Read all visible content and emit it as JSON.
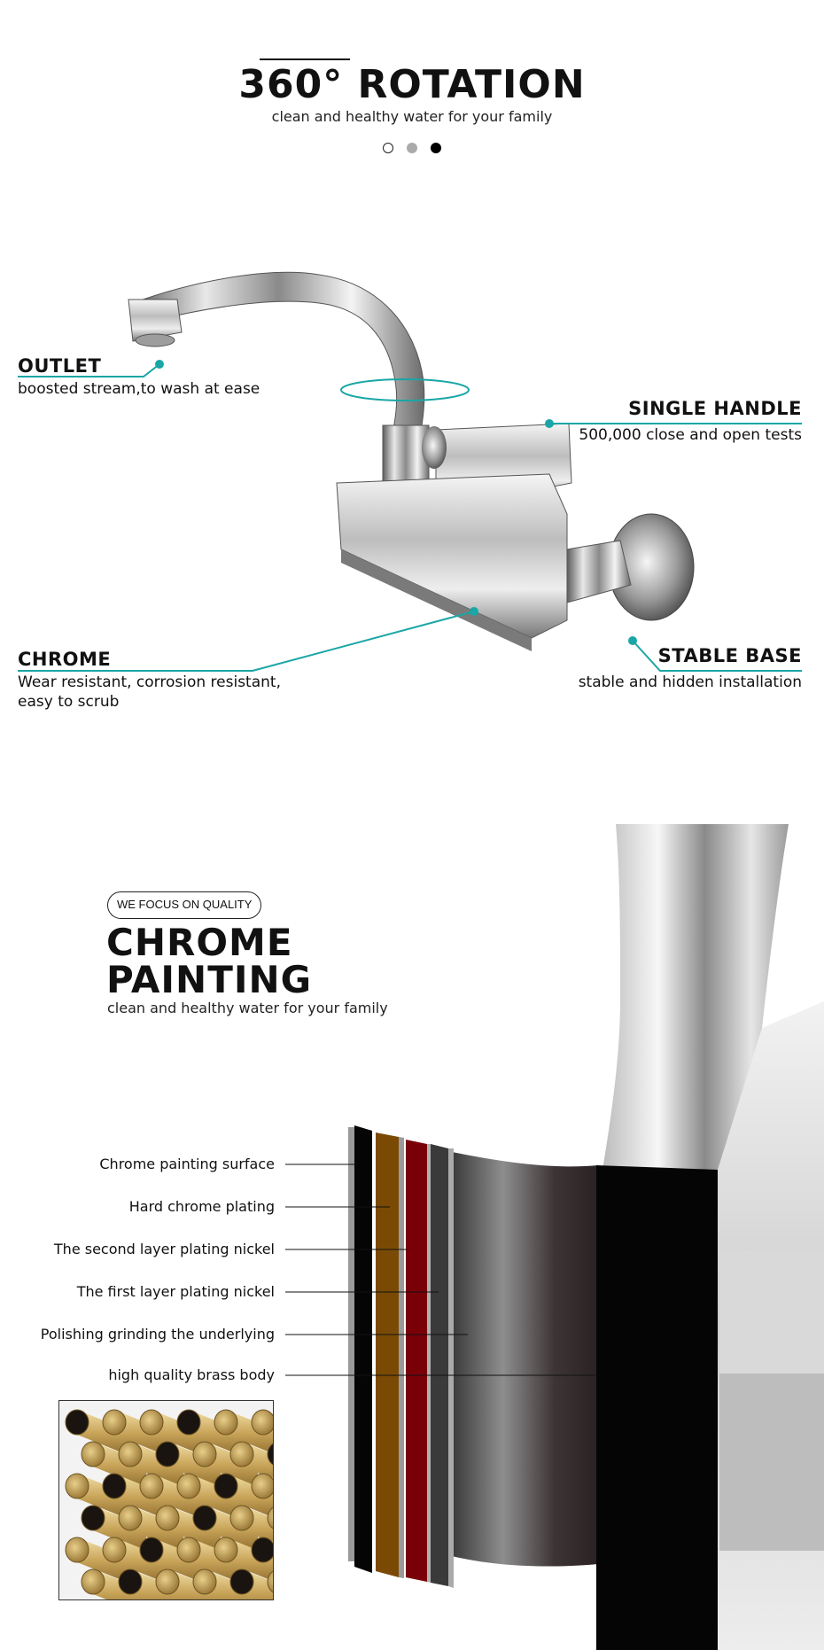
{
  "rotation": {
    "title": "360° ROTATION",
    "subtitle": "clean and healthy water for your family",
    "carousel_dots": 3
  },
  "callouts": {
    "outlet": {
      "title": "OUTLET",
      "desc": "boosted stream,to wash at ease"
    },
    "single_handle": {
      "title": "SINGLE HANDLE",
      "desc": "500,000 close and open tests"
    },
    "chrome": {
      "title": "CHROME",
      "desc1": "Wear resistant, corrosion resistant,",
      "desc2": "easy to scrub"
    },
    "stable_base": {
      "title": "STABLE BASE",
      "desc": "stable and hidden installation"
    }
  },
  "quality": {
    "badge": "WE FOCUS ON QUALITY",
    "title_line1": "CHROME",
    "title_line2": "PAINTING",
    "subtitle": "clean and healthy water for your family",
    "layers": [
      "Chrome painting surface",
      "Hard chrome plating",
      "The second layer plating nickel",
      "The first layer plating nickel",
      "Polishing grinding the underlying",
      "high quality brass body"
    ]
  },
  "colors": {
    "accent_teal": "#1aa6a6",
    "layer_brass": "#7a4a05",
    "layer_red": "#7a0008",
    "layer_gray": "#9a9a9a"
  }
}
